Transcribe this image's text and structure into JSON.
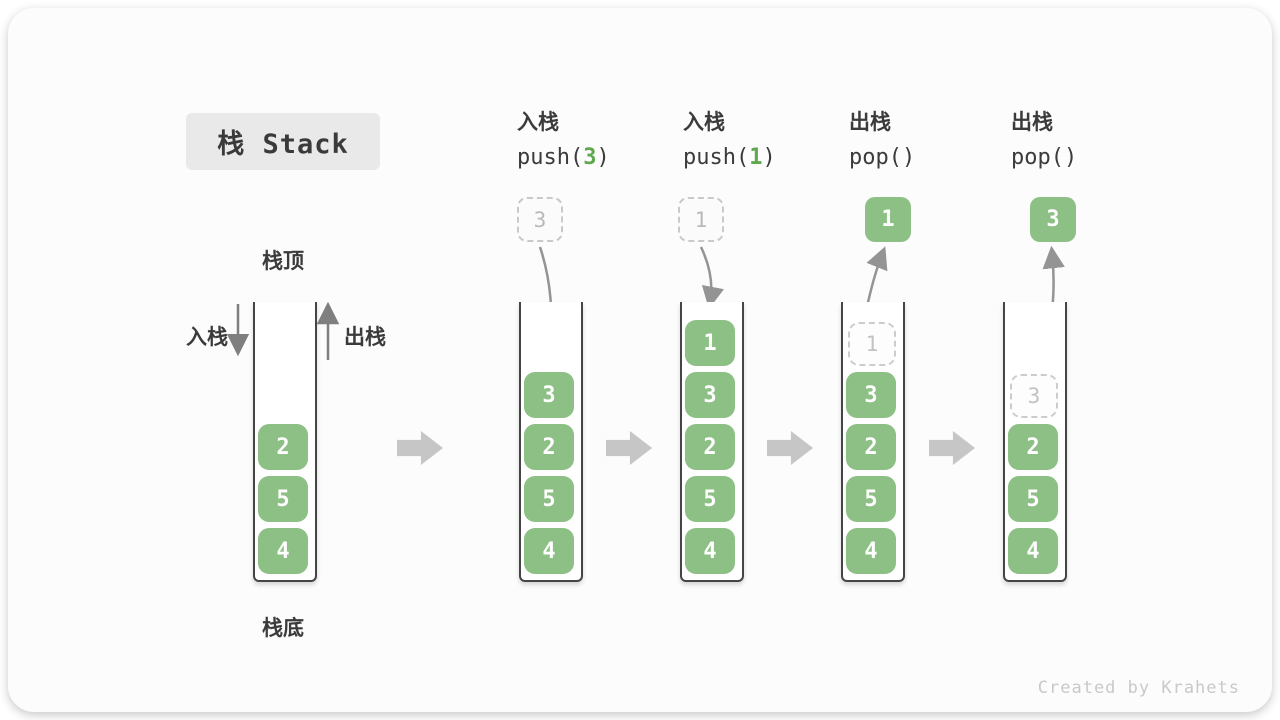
{
  "title": "栈 Stack",
  "legend": {
    "stack_top": "栈顶",
    "stack_bottom": "栈底",
    "push_side": "入栈",
    "pop_side": "出栈"
  },
  "ops": [
    {
      "cn": "入栈",
      "code_pre": "push(",
      "code_arg": "3",
      "code_post": ")"
    },
    {
      "cn": "入栈",
      "code_pre": "push(",
      "code_arg": "1",
      "code_post": ")"
    },
    {
      "cn": "出栈",
      "code_pre": "pop(",
      "code_arg": "",
      "code_post": ")"
    },
    {
      "cn": "出栈",
      "code_pre": "pop(",
      "code_arg": "",
      "code_post": ")"
    }
  ],
  "floats": [
    {
      "value": "3",
      "style": "dashed"
    },
    {
      "value": "1",
      "style": "dashed"
    },
    {
      "value": "1",
      "style": "solid"
    },
    {
      "value": "3",
      "style": "solid"
    }
  ],
  "stages": [
    {
      "items": [
        {
          "value": "2",
          "ghost": false
        },
        {
          "value": "5",
          "ghost": false
        },
        {
          "value": "4",
          "ghost": false
        }
      ]
    },
    {
      "items": [
        {
          "value": "3",
          "ghost": false
        },
        {
          "value": "2",
          "ghost": false
        },
        {
          "value": "5",
          "ghost": false
        },
        {
          "value": "4",
          "ghost": false
        }
      ]
    },
    {
      "items": [
        {
          "value": "1",
          "ghost": false
        },
        {
          "value": "3",
          "ghost": false
        },
        {
          "value": "2",
          "ghost": false
        },
        {
          "value": "5",
          "ghost": false
        },
        {
          "value": "4",
          "ghost": false
        }
      ]
    },
    {
      "items": [
        {
          "value": "1",
          "ghost": true
        },
        {
          "value": "3",
          "ghost": false
        },
        {
          "value": "2",
          "ghost": false
        },
        {
          "value": "5",
          "ghost": false
        },
        {
          "value": "4",
          "ghost": false
        }
      ]
    },
    {
      "items": [
        {
          "value": "3",
          "ghost": true
        },
        {
          "value": "2",
          "ghost": false
        },
        {
          "value": "5",
          "ghost": false
        },
        {
          "value": "4",
          "ghost": false
        }
      ]
    }
  ],
  "colors": {
    "item_green": "#8cc084",
    "code_arg_green": "#5fa84d",
    "curved_arrow_gray": "#949494",
    "block_arrow_gray": "#c6c6c6",
    "text_dark": "#3b3b3b",
    "ghost_gray": "#c9c9c9",
    "title_bg": "#e9e9e9"
  },
  "watermark": "Created by Krahets"
}
